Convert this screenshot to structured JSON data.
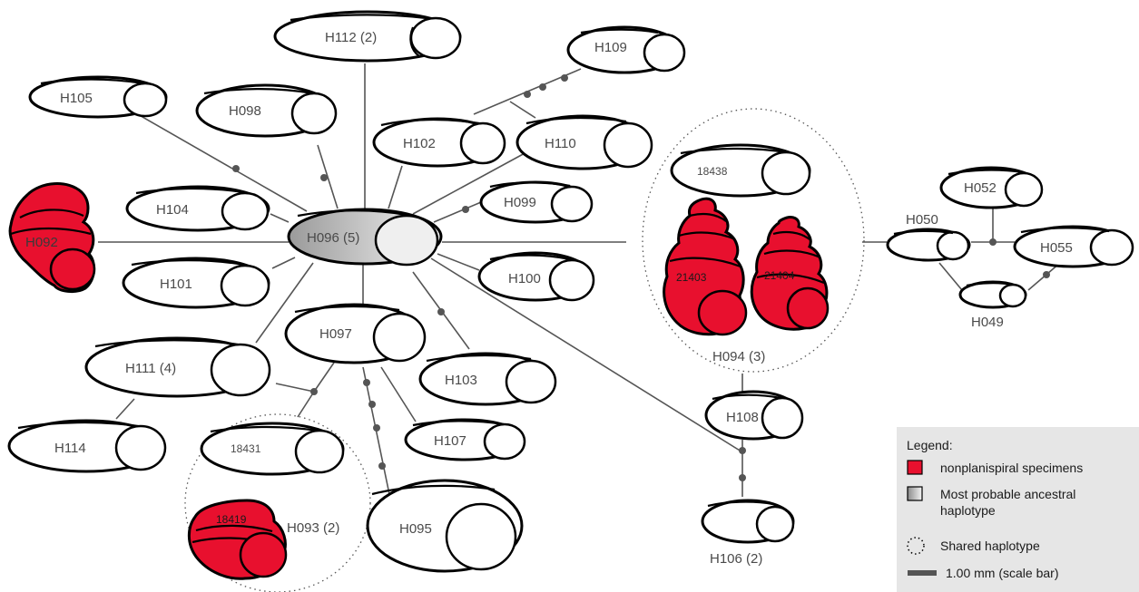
{
  "colors": {
    "nonplanispiral": "#e8102e",
    "ancestral_light": "#f2f2f2",
    "ancestral_dark": "#9a9a9a",
    "edge": "#555555",
    "legend_bg": "#e6e6e6"
  },
  "haplotypes": {
    "H096": "H096 (5)",
    "H112": "H112 (2)",
    "H109": "H109",
    "H105": "H105",
    "H098": "H098",
    "H102": "H102",
    "H110": "H110",
    "H099": "H099",
    "H104": "H104",
    "H092": "H092",
    "H101": "H101",
    "H100": "H100",
    "H097": "H097",
    "H111": "H111 (4)",
    "H103": "H103",
    "H114": "H114",
    "H107": "H107",
    "H095": "H095",
    "H108": "H108",
    "H106": "H106 (2)",
    "H050": "H050",
    "H052": "H052",
    "H055": "H055",
    "H049": "H049",
    "H094": "H094 (3)",
    "H093": "H093 (2)"
  },
  "specimens": {
    "s18438": "18438",
    "s21403": "21403",
    "s21404": "21404",
    "s18431": "18431",
    "s18419": "18419"
  },
  "legend": {
    "title": "Legend:",
    "nonplanispiral": "nonplanispiral specimens",
    "ancestral_line1": "Most probable ancestral",
    "ancestral_line2": "haplotype",
    "shared": "Shared haplotype",
    "scale": "1.00 mm (scale bar)"
  }
}
